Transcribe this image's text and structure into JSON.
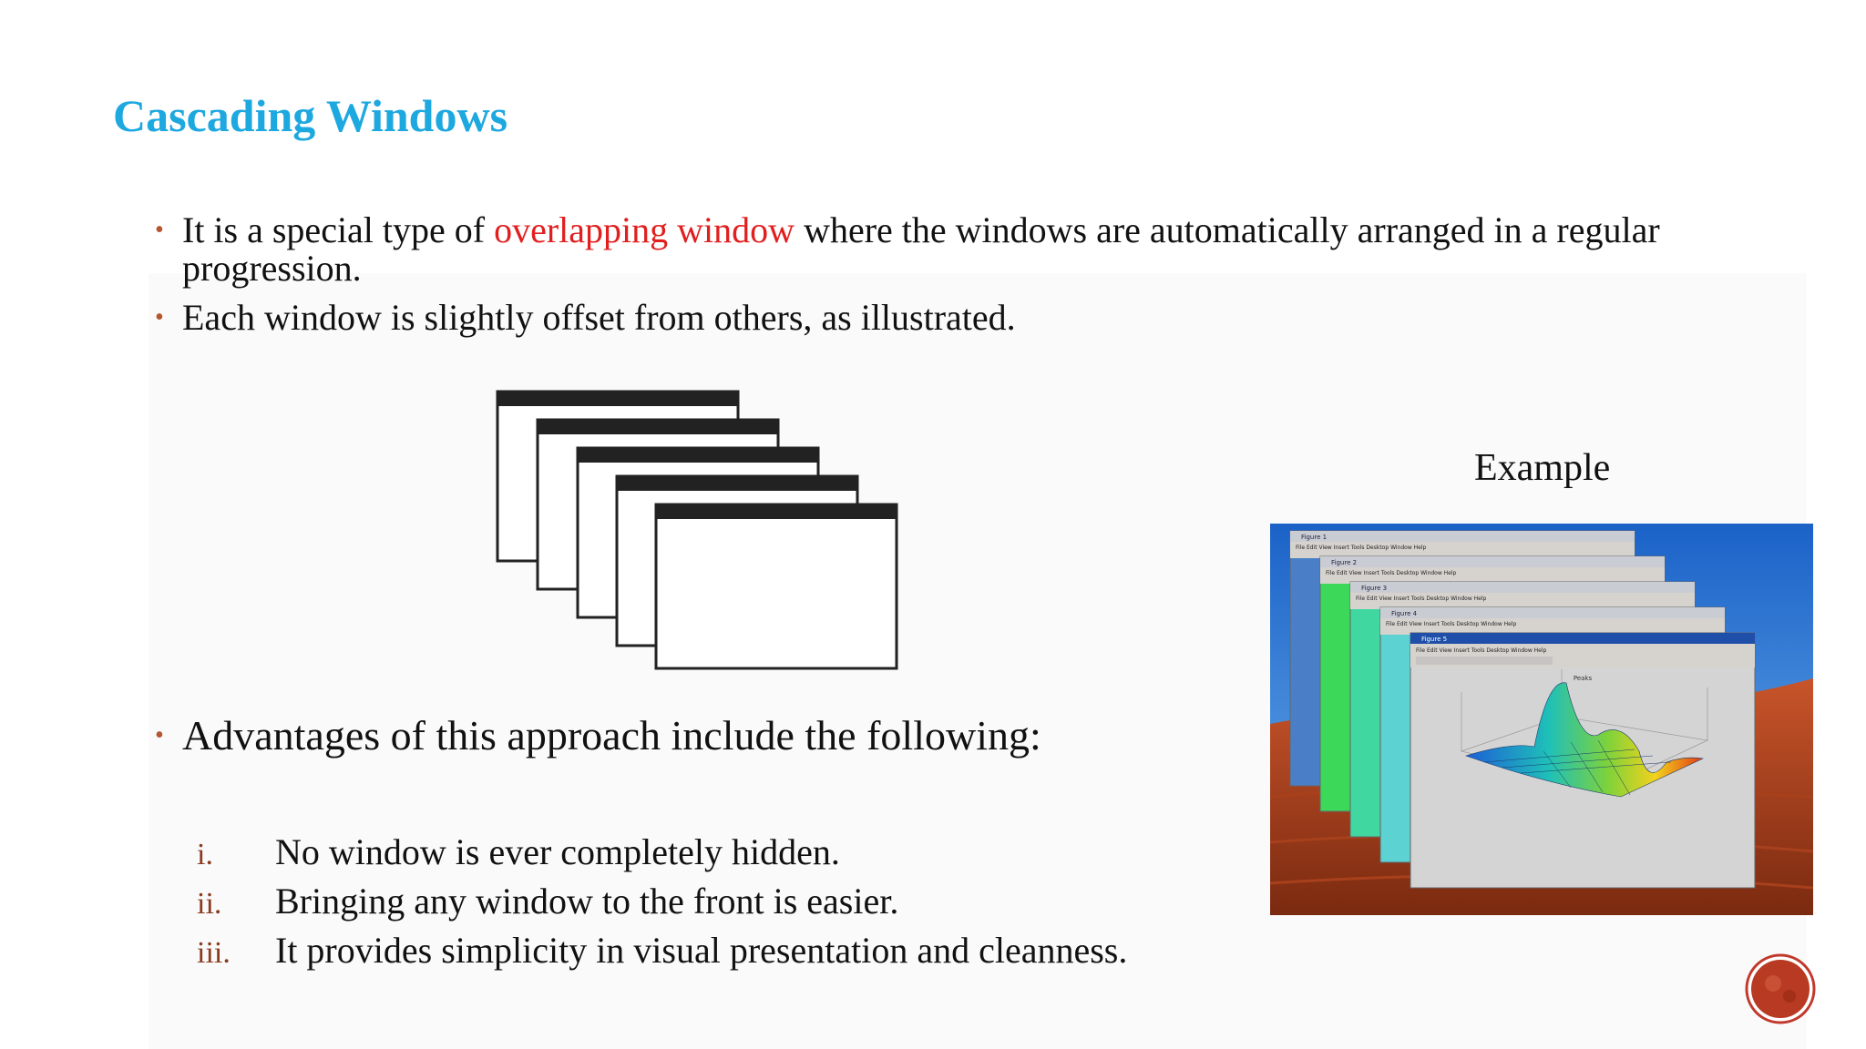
{
  "slide": {
    "title": "Cascading Windows",
    "bullets": {
      "b1_pre": "It is a special type of ",
      "b1_highlight": "overlapping window",
      "b1_post": " where the windows are automatically arranged in a regular",
      "b1_line2": "progression.",
      "b2": "Each window is slightly offset from others, as illustrated.",
      "b3": "Advantages of this approach include the following:"
    },
    "advantages": [
      {
        "num": "i.",
        "text": "No window is ever completely hidden."
      },
      {
        "num": "ii.",
        "text": "Bringing any window to the front is easier."
      },
      {
        "num": "iii.",
        "text": "It provides simplicity in visual presentation and cleanness."
      }
    ],
    "example_label": "Example",
    "example_windows": [
      {
        "title": "Figure 1"
      },
      {
        "title": "Figure 2"
      },
      {
        "title": "Figure 3"
      },
      {
        "title": "Figure 4"
      },
      {
        "title": "Figure 5"
      }
    ],
    "menu_items": "File  Edit  View  Insert  Tools  Desktop  Window  Help",
    "plot_title": "Peaks",
    "colors": {
      "title": "#1ea8e0",
      "highlight": "#e21f1f",
      "bullet_marker": "#b5562f",
      "corner_badge": "#c0392b"
    }
  }
}
